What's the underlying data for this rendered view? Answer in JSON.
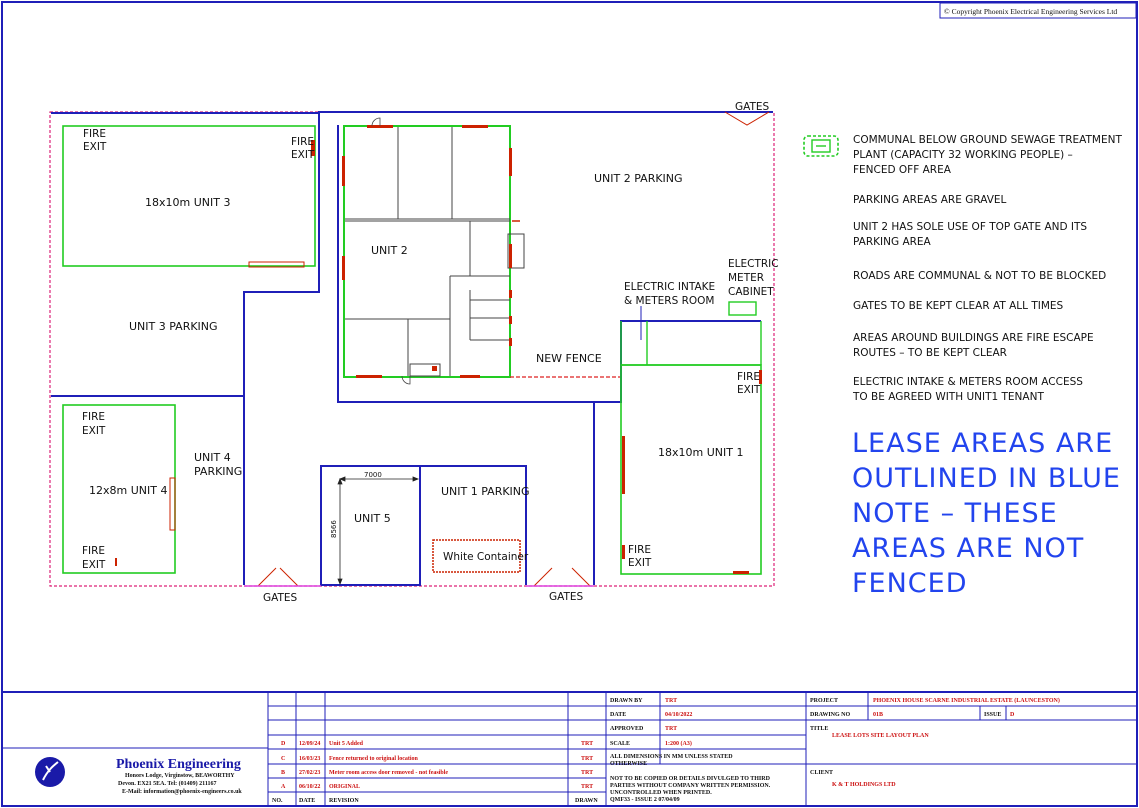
{
  "copyright": "© Copyright Phoenix Electrical Engineering Services Ltd",
  "plan": {
    "gates_top": "GATES",
    "gates_bottom_left": "GATES",
    "gates_bottom_right": "GATES",
    "fire_exit": [
      "FIRE",
      "EXIT"
    ],
    "unit3_label": "18x10m  UNIT 3",
    "unit3_parking": "UNIT 3 PARKING",
    "unit2_label": "UNIT 2",
    "unit2_parking": "UNIT 2 PARKING",
    "electric_intake": [
      "ELECTRIC INTAKE",
      "& METERS ROOM"
    ],
    "electric_meter": [
      "ELECTRIC",
      "METER",
      "CABINET"
    ],
    "new_fence": "NEW FENCE",
    "unit1_label": "18x10m  UNIT 1",
    "unit4_label": "12x8m  UNIT 4",
    "unit4_parking": [
      "UNIT 4",
      "PARKING"
    ],
    "unit5_label": "UNIT 5",
    "unit1_parking": "UNIT 1 PARKING",
    "white_container": "White Container",
    "dim_width": "7000",
    "dim_height": "8566"
  },
  "notes": [
    [
      "COMMUNAL BELOW GROUND SEWAGE TREATMENT",
      "PLANT (CAPACITY 32 WORKING PEOPLE) –",
      "FENCED OFF AREA"
    ],
    [
      "PARKING AREAS ARE GRAVEL"
    ],
    [
      "UNIT 2 HAS SOLE USE OF TOP GATE AND ITS",
      "PARKING AREA"
    ],
    [
      "ROADS ARE COMMUNAL & NOT TO BE BLOCKED"
    ],
    [
      "GATES TO BE KEPT CLEAR AT ALL TIMES"
    ],
    [
      "AREAS AROUND BUILDINGS ARE FIRE ESCAPE",
      "ROUTES – TO BE KEPT CLEAR"
    ],
    [
      "ELECTRIC INTAKE & METERS ROOM ACCESS",
      "TO BE AGREED WITH UNIT1 TENANT"
    ]
  ],
  "lease_note": [
    "LEASE AREAS ARE",
    "OUTLINED IN BLUE",
    "NOTE – THESE",
    "AREAS ARE NOT",
    "FENCED"
  ],
  "company": {
    "name": "Phoenix Engineering",
    "address1": "Honors Lodge, Virginstow, BEAWORTHY",
    "address2": "Devon.  EX21 5EA.  Tel: (01409) 211167",
    "email": "E-Mail: information@phoenix-engineers.co.uk"
  },
  "revisions": [
    {
      "rev": "D",
      "date": "12/09/24",
      "text": "Unit 5 Added",
      "by": "TRT"
    },
    {
      "rev": "C",
      "date": "16/03/23",
      "text": "Fence returned to original location",
      "by": "TRT"
    },
    {
      "rev": "B",
      "date": "27/02/23",
      "text": "Meter room access door removed - not feasible",
      "by": "TRT"
    },
    {
      "rev": "A",
      "date": "06/10/22",
      "text": "ORIGINAL",
      "by": "TRT"
    }
  ],
  "rev_headers": {
    "no": "NO.",
    "date": "DATE",
    "revision": "REVISION",
    "drawn": "DRAWN"
  },
  "title_block": {
    "drawn_by_label": "DRAWN BY",
    "drawn_by": "TRT",
    "date_label": "DATE",
    "date": "04/10/2022",
    "approved_label": "APPROVED",
    "approved": "TRT",
    "scale_label": "SCALE",
    "scale": "1:200 (A3)",
    "dims_note": [
      "ALL DIMENSIONS IN MM UNLESS STATED",
      "OTHERWISE"
    ],
    "copy_note": [
      "NOT TO BE COPIED OR DETAILS DIVULGED TO THIRD",
      "PARTIES WITHOUT COMPANY WRITTEN PERMISSION.",
      "UNCONTROLLED WHEN PRINTED.",
      "QMF33 - ISSUE 2 07/04/09"
    ],
    "project_label": "PROJECT",
    "project": "PHOENIX HOUSE SCARNE INDUSTRIAL ESTATE (LAUNCESTON)",
    "drawing_no_label": "DRAWING NO",
    "drawing_no": "01B",
    "issue_label": "ISSUE",
    "issue": "D",
    "title_label": "TITLE",
    "title": "LEASE LOTS SITE LAYOUT PLAN",
    "client_label": "CLIENT",
    "client": "K & T HOLDINGS LTD"
  },
  "colors": {
    "lease_blue": "#1f1fb8",
    "building_green": "#22cc22",
    "fence_magenta": "#dd2277",
    "door_red": "#cc2200"
  }
}
